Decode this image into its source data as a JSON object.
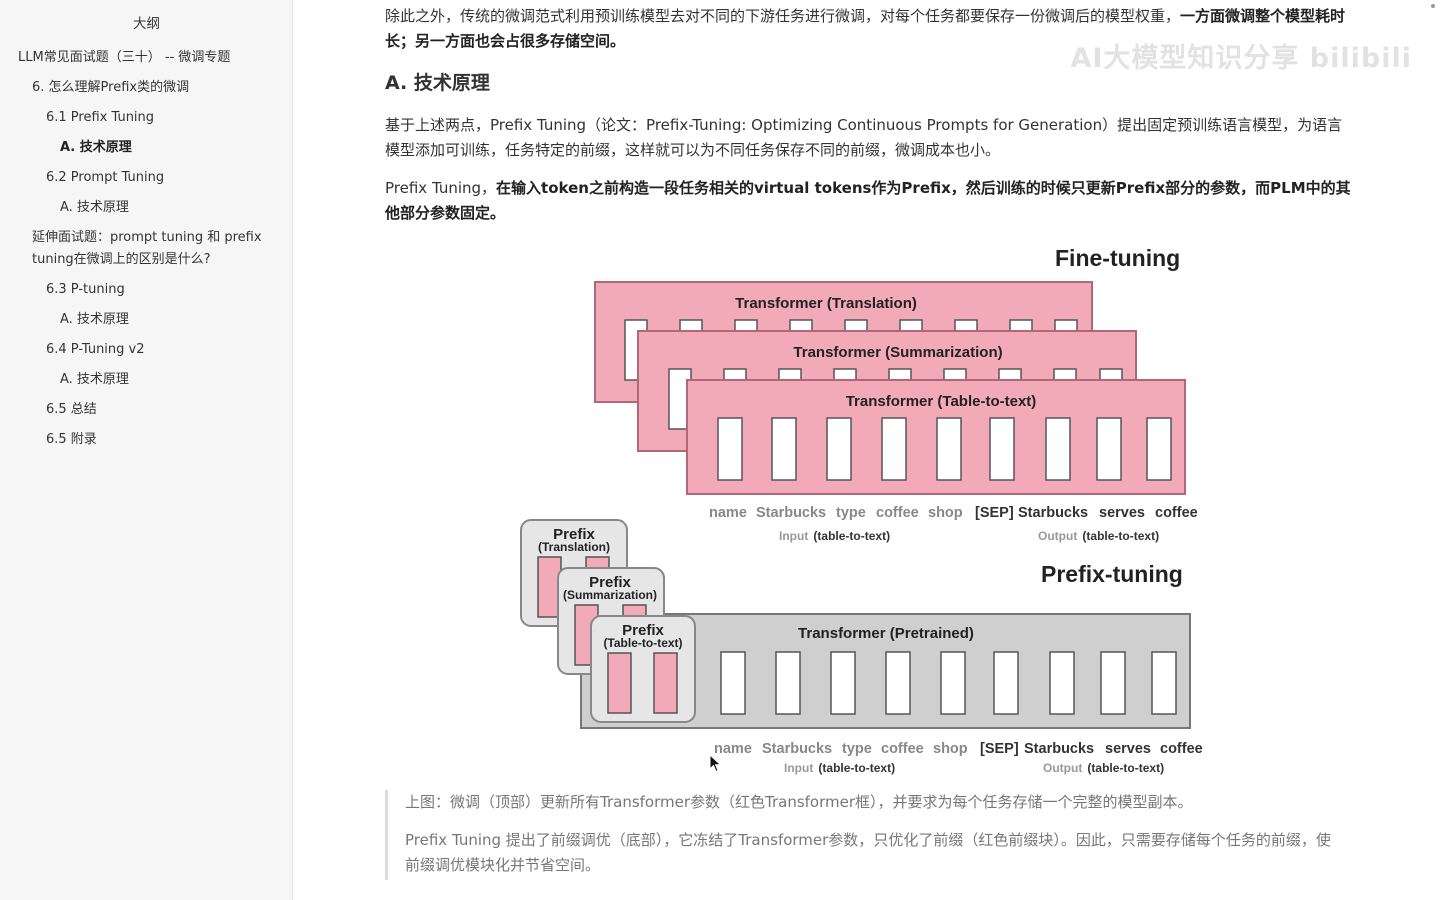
{
  "outline": {
    "title": "大纲",
    "items": [
      {
        "label": "LLM常见面试题（三十） -- 微调专题",
        "level": 0,
        "active": false
      },
      {
        "label": "6. 怎么理解Prefix类的微调",
        "level": 1,
        "active": false
      },
      {
        "label": "6.1 Prefix Tuning",
        "level": 2,
        "active": false
      },
      {
        "label": "A. 技术原理",
        "level": 3,
        "active": true
      },
      {
        "label": "6.2 Prompt Tuning",
        "level": 2,
        "active": false
      },
      {
        "label": "A. 技术原理",
        "level": 3,
        "active": false
      },
      {
        "label": "延伸面试题：prompt tuning 和 prefix tuning在微调上的区别是什么?",
        "level": 1,
        "active": false
      },
      {
        "label": "6.3 P-tuning",
        "level": 2,
        "active": false
      },
      {
        "label": "A. 技术原理",
        "level": 3,
        "active": false
      },
      {
        "label": "6.4 P-Tuning v2",
        "level": 2,
        "active": false
      },
      {
        "label": "A. 技术原理",
        "level": 3,
        "active": false
      },
      {
        "label": "6.5 总结",
        "level": 2,
        "active": false
      },
      {
        "label": "6.5 附录",
        "level": 2,
        "active": false
      }
    ]
  },
  "content": {
    "intro_plain": "除此之外，传统的微调范式利用预训练模型去对不同的下游任务进行微调，对每个任务都要保存一份微调后的模型权重，",
    "intro_bold": "一方面微调整个模型耗时长；另一方面也会占很多存储空间。",
    "heading": "A. 技术原理",
    "para1": "基于上述两点，Prefix Tuning（论文：Prefix-Tuning: Optimizing Continuous Prompts for Generation）提出固定预训练语言模型，为语言模型添加可训练，任务特定的前缀，这样就可以为不同任务保存不同的前缀，微调成本也小。",
    "para2_plain": "Prefix Tuning，",
    "para2_bold": "在输入token之前构造一段任务相关的virtual tokens作为Prefix，然后训练的时候只更新Prefix部分的参数，而PLM中的其他部分参数固定。",
    "caption1": "上图：微调（顶部）更新所有Transformer参数（红色Transformer框），并要求为每个任务存储一个完整的模型副本。",
    "caption2": "Prefix Tuning 提出了前缀调优（底部），它冻结了Transformer参数，只优化了前缀（红色前缀块）。因此，只需要存储每个任务的前缀，使前缀调优模块化并节省空间。"
  },
  "watermark": "AI大模型知识分享 bilibili",
  "figure": {
    "finetune_title": "Fine-tuning",
    "prefix_title": "Prefix-tuning",
    "transformers": [
      "Transformer (Translation)",
      "Transformer (Summarization)",
      "Transformer (Table-to-text)"
    ],
    "pretrained": "Transformer  (Pretrained)",
    "prefix_word": "Prefix",
    "prefix_tasks": [
      "(Translation)",
      "(Summarization)",
      "(Table-to-text)"
    ],
    "input_tokens": [
      "name",
      "Starbucks",
      "type",
      "coffee",
      "shop"
    ],
    "output_tokens": [
      "[SEP]",
      "Starbucks",
      "serves",
      "coffee"
    ],
    "input_word": "Input",
    "input_task": "(table-to-text)",
    "output_word": "Output",
    "output_task": "(table-to-text)"
  },
  "colors": {
    "pink": "#f2aab8",
    "pink_border": "#b06878",
    "grey_box": "#cfcfcf",
    "prefix_bg": "#e6e6e6"
  }
}
